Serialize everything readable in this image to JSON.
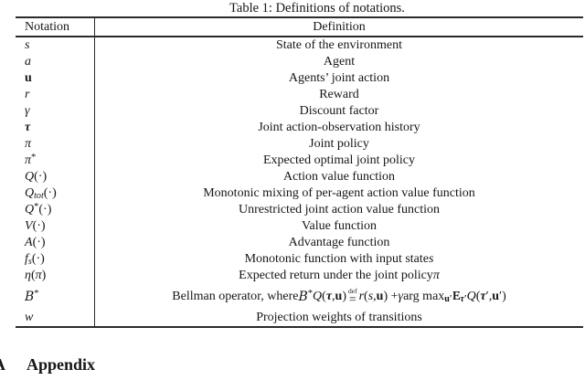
{
  "caption": "Table 1: Definitions of notations.",
  "table": {
    "headers": [
      "Notation",
      "Definition"
    ],
    "rows": [
      {
        "notation": [
          {
            "t": "s",
            "s": "i"
          }
        ],
        "definition": [
          {
            "t": "State of the environment"
          }
        ]
      },
      {
        "notation": [
          {
            "t": "a",
            "s": "i"
          }
        ],
        "definition": [
          {
            "t": "Agent"
          }
        ]
      },
      {
        "notation": [
          {
            "t": "u",
            "s": "b"
          }
        ],
        "definition": [
          {
            "t": "Agents’ joint action"
          }
        ]
      },
      {
        "notation": [
          {
            "t": "r",
            "s": "i"
          }
        ],
        "definition": [
          {
            "t": "Reward"
          }
        ]
      },
      {
        "notation": [
          {
            "t": "γ",
            "s": "i"
          }
        ],
        "definition": [
          {
            "t": "Discount factor"
          }
        ]
      },
      {
        "notation": [
          {
            "t": "τ",
            "s": "bi"
          }
        ],
        "definition": [
          {
            "t": "Joint action-observation history"
          }
        ]
      },
      {
        "notation": [
          {
            "t": "π",
            "s": "i"
          }
        ],
        "definition": [
          {
            "t": "Joint policy"
          }
        ]
      },
      {
        "notation": [
          {
            "t": "π",
            "s": "i"
          },
          {
            "t": "*",
            "s": "sup"
          }
        ],
        "definition": [
          {
            "t": "Expected optimal joint policy"
          }
        ]
      },
      {
        "notation": [
          {
            "t": "Q",
            "s": "i"
          },
          {
            "t": "(·)"
          }
        ],
        "definition": [
          {
            "t": "Action value function"
          }
        ]
      },
      {
        "notation": [
          {
            "t": "Q",
            "s": "i"
          },
          {
            "t": "tot",
            "s": "subi"
          },
          {
            "t": "(·)"
          }
        ],
        "definition": [
          {
            "t": "Monotonic mixing of per-agent action value function"
          }
        ]
      },
      {
        "notation": [
          {
            "t": "Q",
            "s": "i"
          },
          {
            "t": "*",
            "s": "sup"
          },
          {
            "t": "(·)"
          }
        ],
        "definition": [
          {
            "t": "Unrestricted joint action value function"
          }
        ]
      },
      {
        "notation": [
          {
            "t": "V",
            "s": "i"
          },
          {
            "t": "(·)"
          }
        ],
        "definition": [
          {
            "t": "Value function"
          }
        ]
      },
      {
        "notation": [
          {
            "t": "A",
            "s": "i"
          },
          {
            "t": "(·)"
          }
        ],
        "definition": [
          {
            "t": "Advantage function"
          }
        ]
      },
      {
        "notation": [
          {
            "t": "f",
            "s": "i"
          },
          {
            "t": "s",
            "s": "subi"
          },
          {
            "t": "(·)"
          }
        ],
        "definition": [
          {
            "t": "Monotonic function with input state "
          },
          {
            "t": "s",
            "s": "i"
          }
        ]
      },
      {
        "notation": [
          {
            "t": "η",
            "s": "i"
          },
          {
            "t": "("
          },
          {
            "t": "π",
            "s": "i"
          },
          {
            "t": ")"
          }
        ],
        "definition": [
          {
            "t": "Expected return under the joint policy "
          },
          {
            "t": "π",
            "s": "i"
          }
        ]
      },
      {
        "tall": true,
        "notation": [
          {
            "t": "B",
            "s": "cal"
          },
          {
            "t": "*",
            "s": "sup"
          }
        ],
        "definition": [
          {
            "t": "Bellman operator, where "
          },
          {
            "t": "B",
            "s": "cal"
          },
          {
            "t": "*",
            "s": "sup"
          },
          {
            "t": "Q",
            "s": "i"
          },
          {
            "t": "("
          },
          {
            "t": "τ",
            "s": "bi"
          },
          {
            "t": ", "
          },
          {
            "t": "u",
            "s": "b"
          },
          {
            "t": ")"
          },
          {
            "t": "=",
            "s": "stack",
            "top": "def"
          },
          {
            "t": "r",
            "s": "i"
          },
          {
            "t": "("
          },
          {
            "t": "s",
            "s": "i"
          },
          {
            "t": ", "
          },
          {
            "t": "u",
            "s": "b"
          },
          {
            "t": ") + "
          },
          {
            "t": "γ",
            "s": "i"
          },
          {
            "t": " arg max"
          },
          {
            "t": "u′",
            "s": "subb"
          },
          {
            "t": " "
          },
          {
            "t": "E",
            "s": "bb"
          },
          {
            "t": "τ′",
            "s": "subbi"
          },
          {
            "t": "Q",
            "s": "i"
          },
          {
            "t": "("
          },
          {
            "t": "τ",
            "s": "bi"
          },
          {
            "t": "′"
          },
          {
            "t": ", "
          },
          {
            "t": "u",
            "s": "b"
          },
          {
            "t": "′"
          },
          {
            "t": ")"
          }
        ]
      },
      {
        "notation": [
          {
            "t": "w",
            "s": "i"
          }
        ],
        "definition": [
          {
            "t": "Projection weights of transitions"
          }
        ]
      }
    ]
  },
  "section": {
    "number": "A",
    "title": "Appendix"
  }
}
